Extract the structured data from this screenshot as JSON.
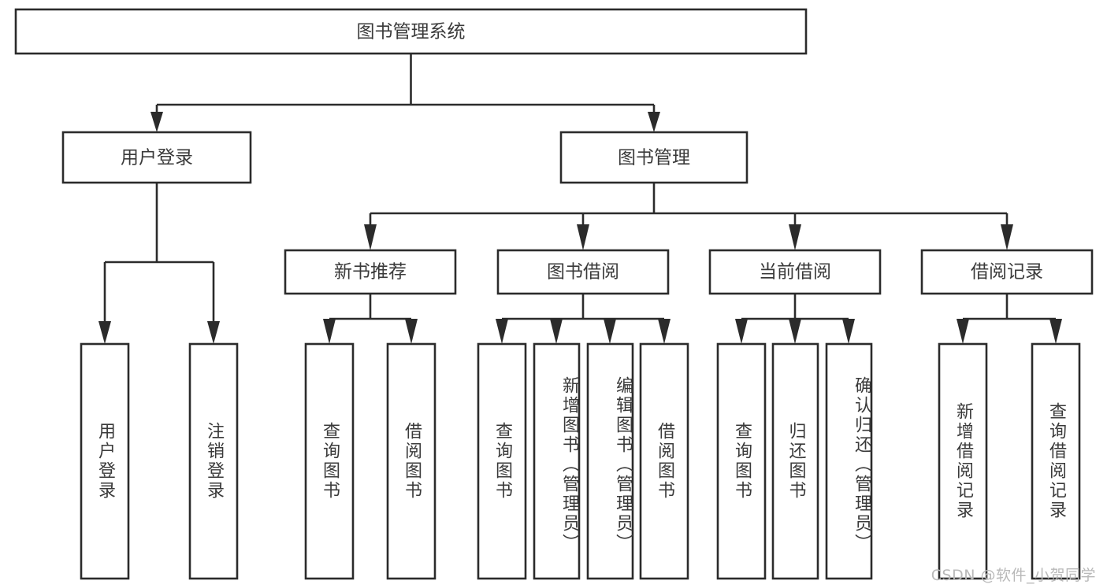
{
  "diagram": {
    "type": "tree",
    "title": "图书管理系统",
    "orientation": "top-down",
    "colors": {
      "box_stroke": "#2b2b2b",
      "box_fill": "#ffffff",
      "text": "#3a3a3a",
      "connector": "#2b2b2b",
      "background": "#ffffff",
      "watermark": "#b9b9b9"
    },
    "root": {
      "label": "图书管理系统"
    },
    "level2": [
      {
        "label": "用户登录"
      },
      {
        "label": "图书管理"
      }
    ],
    "level3": [
      {
        "label": "新书推荐"
      },
      {
        "label": "图书借阅"
      },
      {
        "label": "当前借阅"
      },
      {
        "label": "借阅记录"
      }
    ],
    "leaves": [
      {
        "label": "用户登录",
        "parent": "用户登录"
      },
      {
        "label": "注销登录",
        "parent": "用户登录"
      },
      {
        "label": "查询图书",
        "parent": "新书推荐"
      },
      {
        "label": "借阅图书",
        "parent": "新书推荐"
      },
      {
        "label": "查询图书",
        "parent": "图书借阅"
      },
      {
        "label": "新增图书（管理员）",
        "parent": "图书借阅"
      },
      {
        "label": "编辑图书（管理员）",
        "parent": "图书借阅"
      },
      {
        "label": "借阅图书",
        "parent": "图书借阅"
      },
      {
        "label": "查询图书",
        "parent": "当前借阅"
      },
      {
        "label": "归还图书",
        "parent": "当前借阅"
      },
      {
        "label": "确认归还（管理员）",
        "parent": "当前借阅"
      },
      {
        "label": "新增借阅记录",
        "parent": "借阅记录"
      },
      {
        "label": "查询借阅记录",
        "parent": "借阅记录"
      }
    ]
  },
  "watermark": {
    "text": "CSDN @软件_小贺同学"
  }
}
